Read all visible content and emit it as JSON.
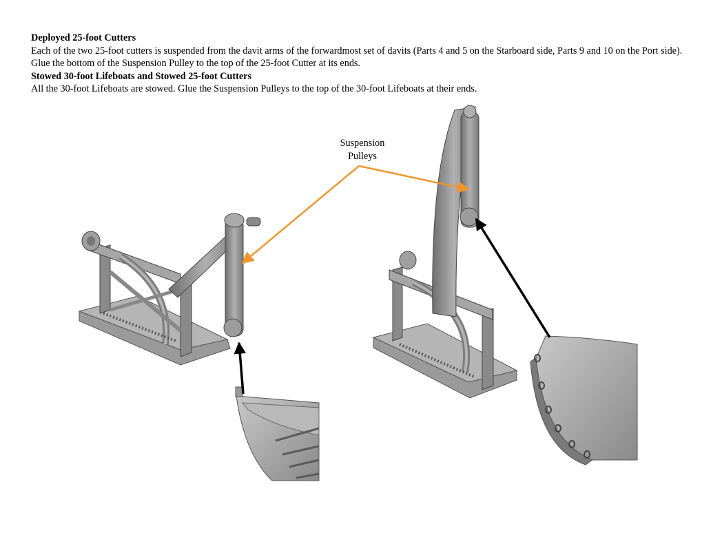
{
  "sections": [
    {
      "heading": "Deployed 25-foot Cutters",
      "body": "Each of the two 25-foot cutters is suspended from the davit arms of the forwardmost set of davits (Parts 4 and 5 on the Starboard side, Parts 9 and 10 on the Port side). Glue the bottom of the Suspension Pulley to the top of the 25-foot Cutter at its ends."
    },
    {
      "heading": "Stowed 30-foot Lifeboats and Stowed 25-foot Cutters",
      "body": "All the 30-foot Lifeboats are stowed. Glue the Suspension Pulleys to the top of the 30-foot Lifeboats at their ends."
    }
  ],
  "callout": {
    "line1": "Suspension",
    "line2": "Pulleys"
  },
  "colors": {
    "callout_line": "#f0962b",
    "arrow": "#000000",
    "model_gray": "#8e8e8e"
  }
}
